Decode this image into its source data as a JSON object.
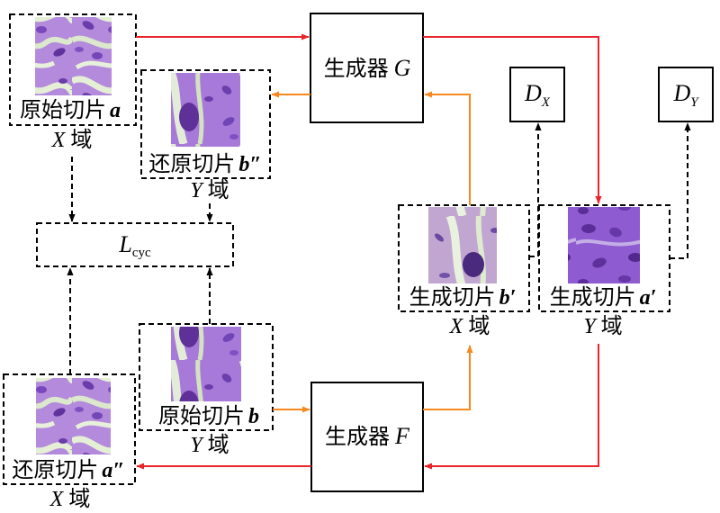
{
  "colors": {
    "forward_arrow": "#e8252b",
    "backward_arrow": "#f5891f",
    "dashed_arrow": "#000000",
    "tissue_purple": "#8a52cc",
    "tissue_light": "#d7e6c6"
  },
  "generator_g": {
    "label": "生成器",
    "var": "G"
  },
  "generator_f": {
    "label": "生成器",
    "var": "F"
  },
  "disc_x": {
    "base": "D",
    "sub": "X"
  },
  "disc_y": {
    "base": "D",
    "sub": "Y"
  },
  "loss": {
    "base": "L",
    "sub": "cyc"
  },
  "domain_word": "域",
  "slice_orig_a": {
    "label": "原始切片",
    "var": "a",
    "domain_var": "X"
  },
  "slice_recon_b": {
    "label": "还原切片",
    "var": "b″",
    "domain_var": "Y"
  },
  "slice_gen_b": {
    "label": "生成切片",
    "var": "b′",
    "domain_var": "X"
  },
  "slice_gen_a": {
    "label": "生成切片",
    "var": "a′",
    "domain_var": "Y"
  },
  "slice_orig_b": {
    "label": "原始切片",
    "var": "b",
    "domain_var": "Y"
  },
  "slice_recon_a": {
    "label": "还原切片",
    "var": "a″",
    "domain_var": "X"
  }
}
